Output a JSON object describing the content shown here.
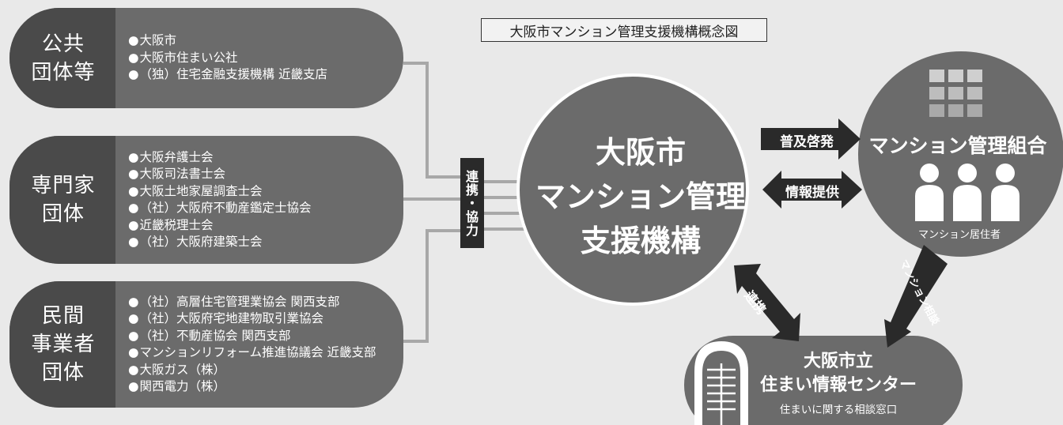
{
  "title": "大阪市マンション管理支援機構概念図",
  "groups": [
    {
      "label_lines": [
        "公共",
        "団体等"
      ],
      "items": [
        "大阪市",
        "大阪市住まい公社",
        "（独）住宅金融支援機構 近畿支店"
      ]
    },
    {
      "label_lines": [
        "専門家",
        "団体"
      ],
      "items": [
        "大阪弁護士会",
        "大阪司法書士会",
        "大阪土地家屋調査士会",
        "（社）大阪府不動産鑑定士協会",
        "近畿税理士会",
        "（社）大阪府建築士会"
      ]
    },
    {
      "label_lines": [
        "民間",
        "事業者",
        "団体"
      ],
      "items": [
        "（社）高層住宅管理業協会 関西支部",
        "（社）大阪府宅地建物取引業協会",
        "（社）不動産協会 関西支部",
        "マンションリフォーム推進協議会 近畿支部",
        "大阪ガス（株）",
        "関西電力（株）"
      ]
    }
  ],
  "cooperation_label": [
    "連",
    "携",
    "・",
    "協",
    "力"
  ],
  "center": {
    "lines": [
      "大阪市",
      "マンション管理",
      "支援機構"
    ]
  },
  "arrows": {
    "promotion": "普及啓発",
    "info": "情報提供",
    "link": "連携",
    "consult": "マンション相談"
  },
  "management": {
    "title": "マンション管理組合",
    "residents": "マンション居住者"
  },
  "housing_center": {
    "name_lines": [
      "大阪市立",
      "住まい情報センター"
    ],
    "subtitle": "住まいに関する相談窓口"
  },
  "colors": {
    "background": "#e9e9e9",
    "dark_gray": "#4a4a4a",
    "mid_gray": "#6b6b6b",
    "black": "#2a2a2a"
  },
  "icons": [
    "building-grid-icon",
    "person-icon",
    "tower-building-icon"
  ]
}
